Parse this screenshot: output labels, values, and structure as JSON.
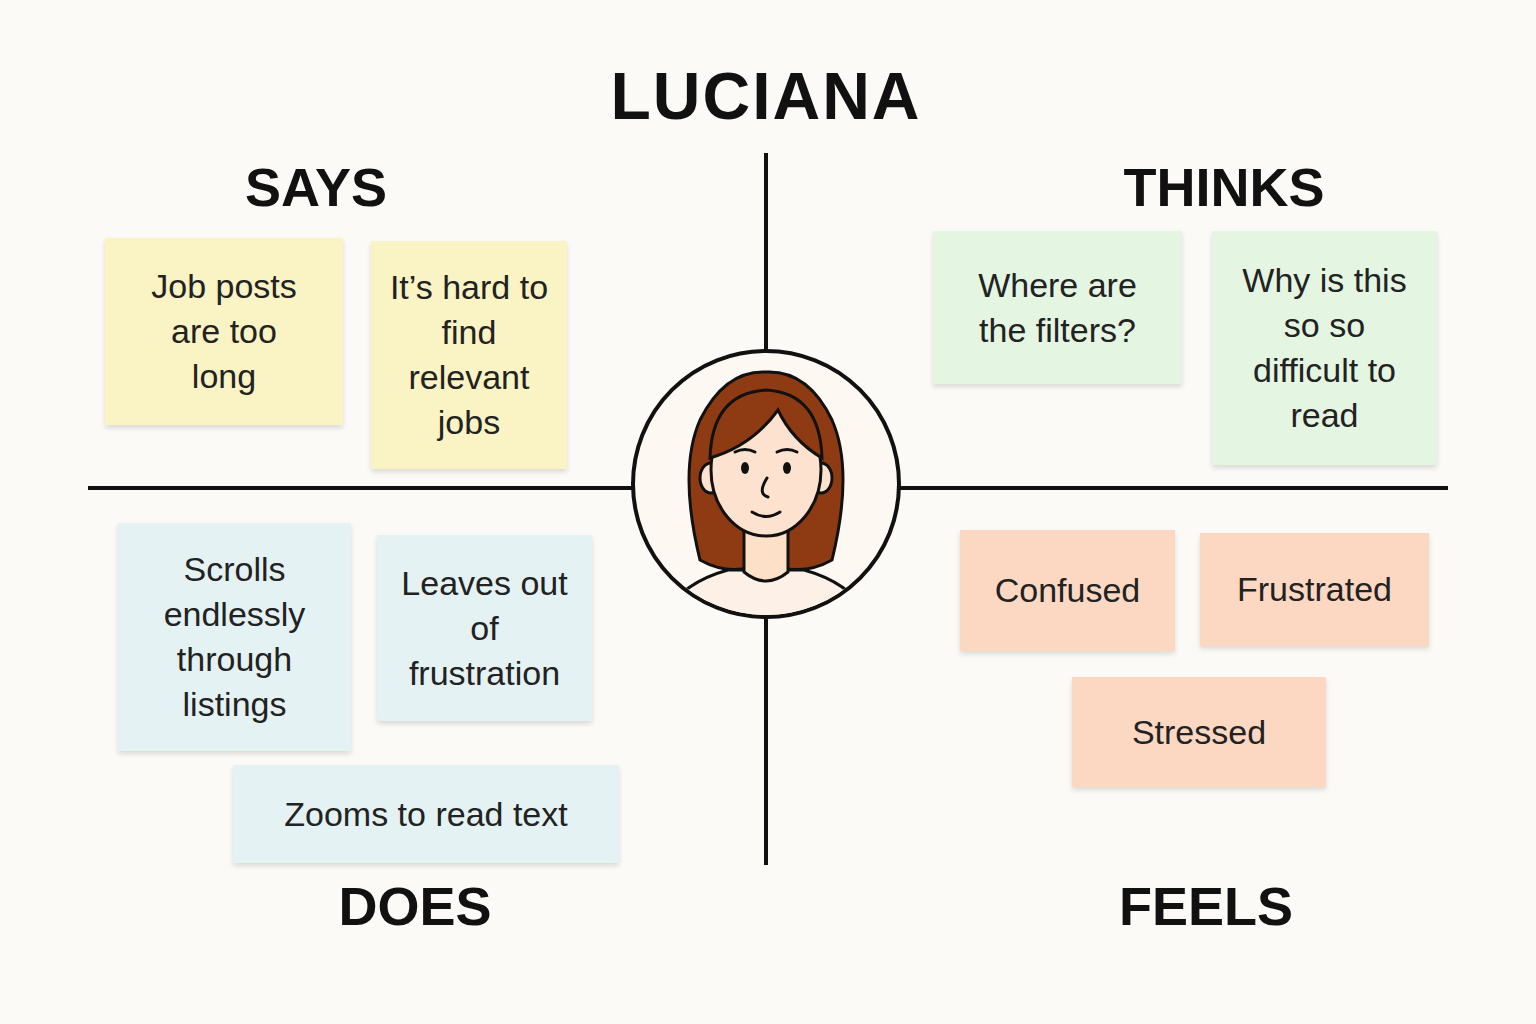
{
  "diagram": {
    "title": "LUCIANA",
    "nodes": [
      {
        "text": [
          "Job posts are too long"
        ]
      },
      {
        "text": [
          "It’s hard to find relevant jobs"
        ]
      },
      {
        "text": [
          "Where are the filters?"
        ]
      },
      {
        "text": [
          "Why is this so so difficult to read"
        ]
      },
      {
        "text": [
          "Scrolls endlessly through listings"
        ]
      },
      {
        "text": [
          "Leaves out of frustration"
        ]
      },
      {
        "text": [
          "Confused"
        ]
      },
      {
        "text": [
          "Frustrated"
        ]
      },
      {
        "text": [
          "Zooms to read text"
        ]
      },
      {
        "text": [
          "Stressed"
        ]
      }
    ],
    "labels": [
      "SAYS",
      "THINKS",
      "DOES",
      "FEELS"
    ]
  }
}
